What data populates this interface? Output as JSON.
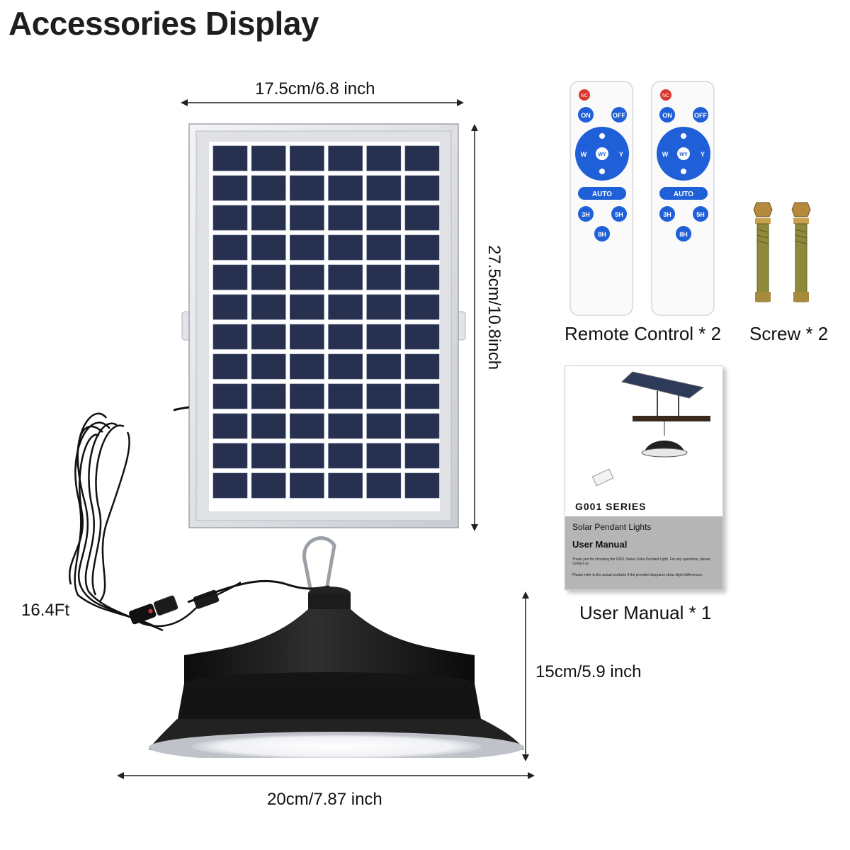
{
  "title": "Accessories Display",
  "dimensions": {
    "panel_width": "17.5cm/6.8 inch",
    "panel_height": "27.5cm/10.8inch",
    "cable_length": "16.4Ft",
    "lamp_height": "15cm/5.9 inch",
    "lamp_width": "20cm/7.87 inch"
  },
  "remote": {
    "buttons": {
      "nc": "NC",
      "on": "ON",
      "off": "OFF",
      "w": "W",
      "wy": "WY",
      "y": "Y",
      "auto": "AUTO",
      "h3": "3H",
      "h5": "5H",
      "h8": "8H"
    },
    "caption": "Remote Control * 2"
  },
  "screw": {
    "caption": "Screw * 2"
  },
  "manual": {
    "series": "G001 SERIES",
    "subtitle": "Solar Pendant Lights",
    "heading": "User Manual",
    "fine_print_1": "Thank you for choosing the G001 Series Solar Pendant Light. For any questions, please contact us.",
    "fine_print_2": "Please refer to the actual products if the provided diagrams show slight differences.",
    "caption": "User Manual * 1"
  },
  "colors": {
    "remote_blue": "#1f5fd8",
    "nc_red": "#d9372e",
    "panel_cell": "#27304f",
    "lamp_body": "#1b1b1b"
  }
}
